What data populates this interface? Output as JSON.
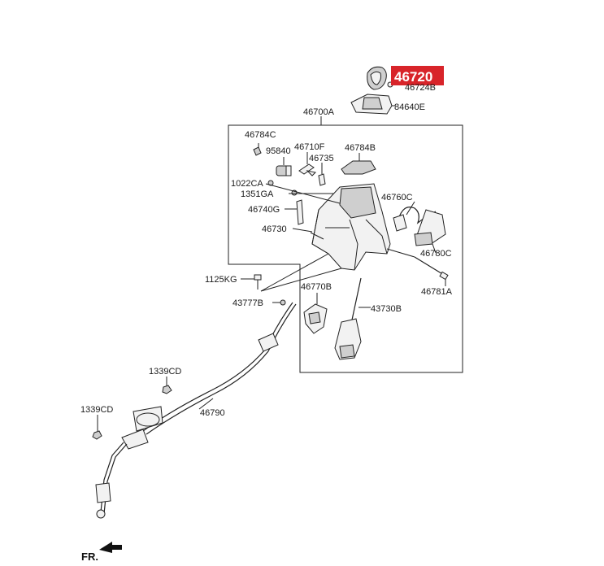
{
  "highlight": {
    "part_number": "46720",
    "color": "#d8242a"
  },
  "labels": {
    "l46724B": "46724B",
    "l84640E": "84640E",
    "l46700A": "46700A",
    "l46784C": "46784C",
    "l95840": "95840",
    "l46710F": "46710F",
    "l46735": "46735",
    "l46784B": "46784B",
    "l1022CA": "1022CA",
    "l1351GA": "1351GA",
    "l46740G": "46740G",
    "l46730": "46730",
    "l46760C": "46760C",
    "l46780C": "46780C",
    "l1125KG": "1125KG",
    "l46770B": "46770B",
    "l46781A": "46781A",
    "l43777B": "43777B",
    "l43730B": "43730B",
    "l1339CD_a": "1339CD",
    "l1339CD_b": "1339CD",
    "l46790": "46790",
    "fr": "FR."
  }
}
